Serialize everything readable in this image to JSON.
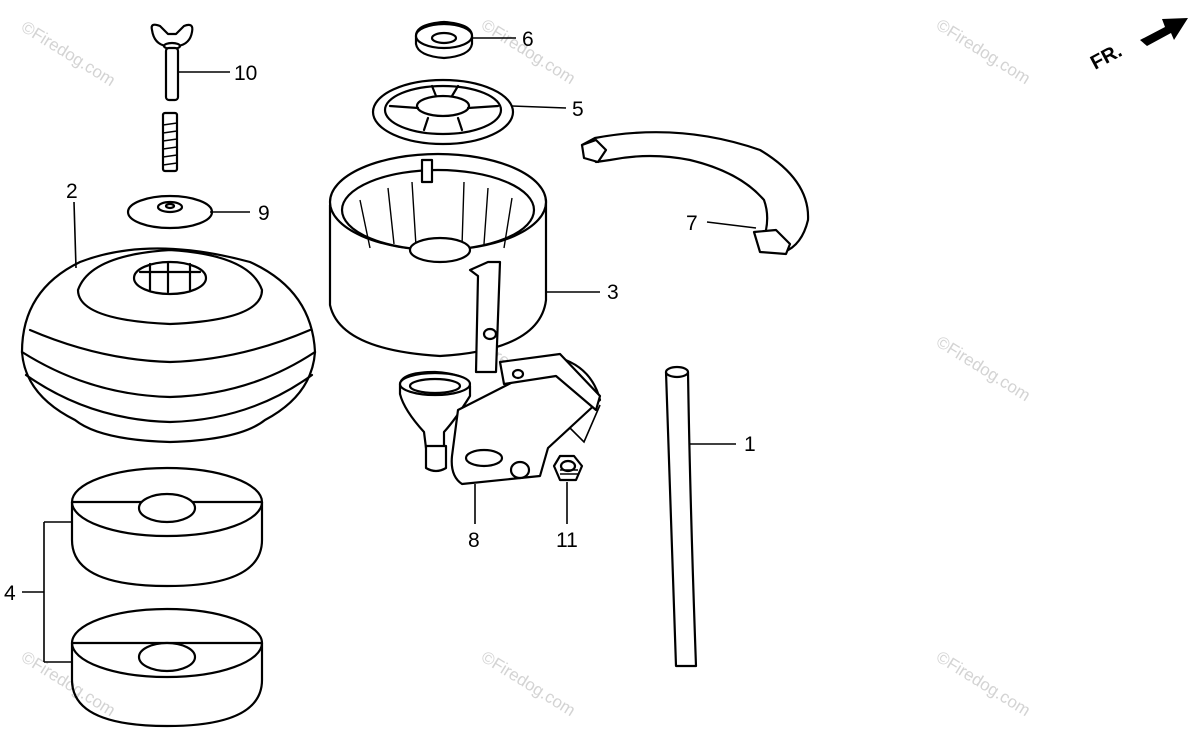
{
  "diagram": {
    "direction_label": "FR.",
    "watermark": "©Firedog.com",
    "callouts": [
      {
        "id": "1",
        "text": "1"
      },
      {
        "id": "2",
        "text": "2"
      },
      {
        "id": "3",
        "text": "3"
      },
      {
        "id": "4",
        "text": "4"
      },
      {
        "id": "5",
        "text": "5"
      },
      {
        "id": "6",
        "text": "6"
      },
      {
        "id": "7",
        "text": "7"
      },
      {
        "id": "8",
        "text": "8"
      },
      {
        "id": "9",
        "text": "9"
      },
      {
        "id": "10",
        "text": "10"
      },
      {
        "id": "11",
        "text": "11"
      }
    ]
  }
}
